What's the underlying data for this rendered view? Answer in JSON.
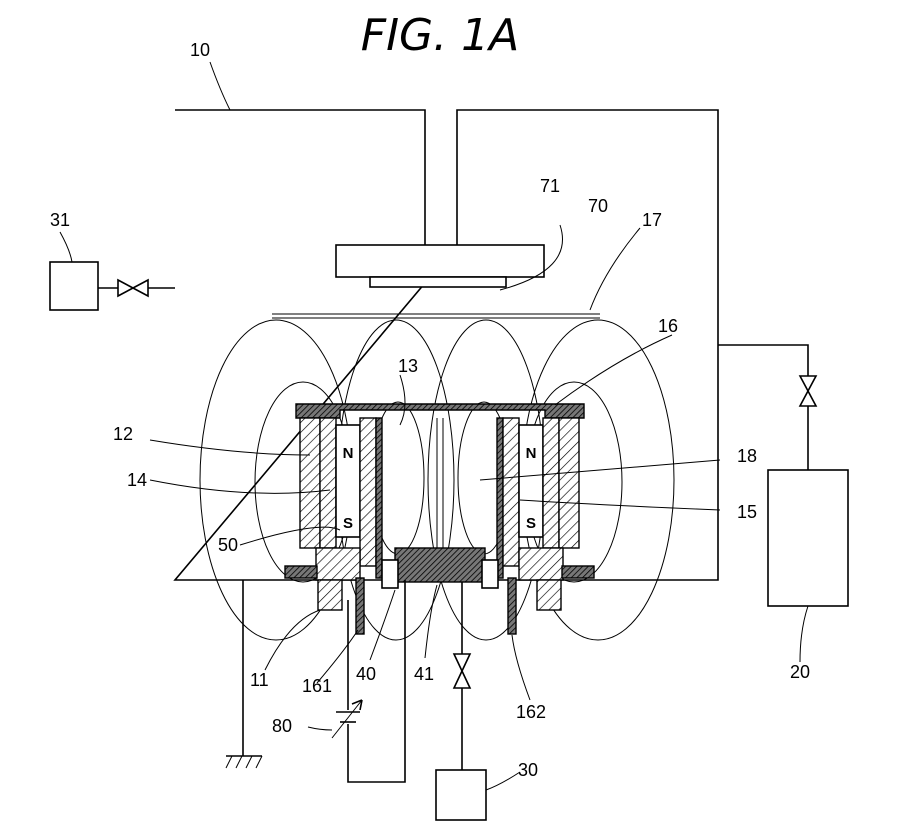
{
  "figure": {
    "title": "FIG.  1A"
  },
  "labels": {
    "chamber": "10",
    "magnet_outer_body": "11",
    "yoke_left": "12",
    "target": "13",
    "magnet_left": "14",
    "magnet_right": "15",
    "cover_plate": "16",
    "plasma_region": "17",
    "field_region": "18",
    "pump": "20",
    "gas_supply_left": "30",
    "gas_supply_box": "31",
    "cooling_channel": "40",
    "center_plate": "41",
    "insulator": "50",
    "substrate": "70",
    "substrate_holder": "71",
    "power_supply": "80",
    "terminal_left": "161",
    "terminal_right": "162"
  },
  "poles": {
    "left_north": "N",
    "left_south": "S",
    "right_north": "N",
    "right_south": "S"
  }
}
